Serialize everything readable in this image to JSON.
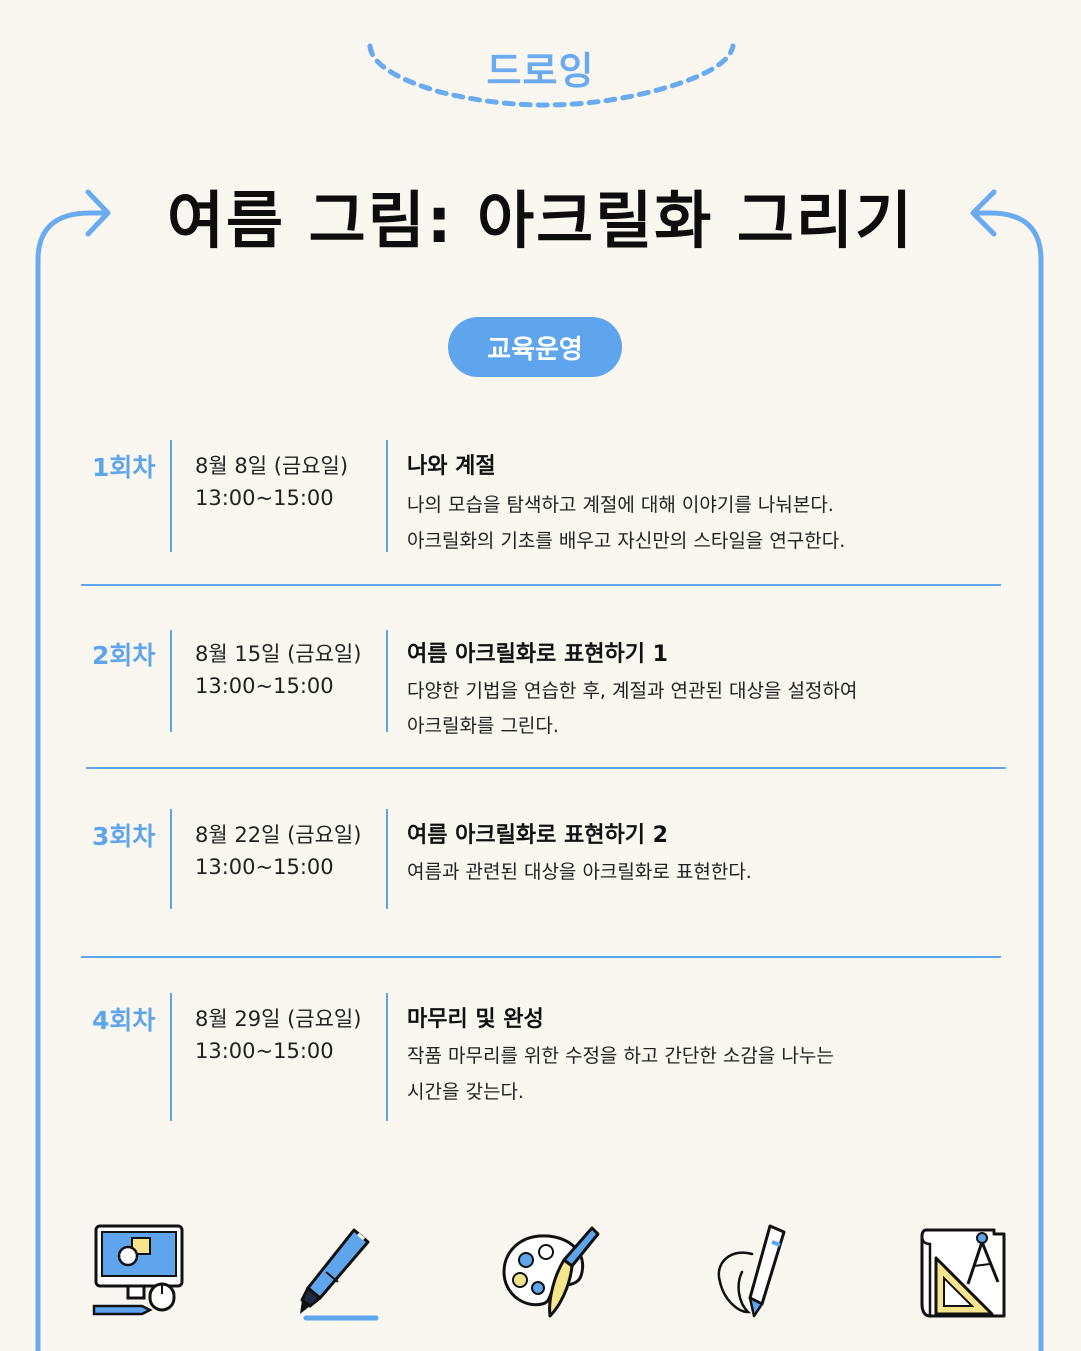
{
  "header": {
    "category": "드로잉",
    "title": "여름 그림: 아크릴화 그리기"
  },
  "section_badge": "교육운영",
  "sessions": [
    {
      "label": "1회차",
      "date": "8월 8일 (금요일)",
      "time": "13:00~15:00",
      "topic": "나와 계절",
      "lines": [
        "나의 모습을 탐색하고 계절에 대해 이야기를 나눠본다.",
        "아크릴화의 기초를 배우고 자신만의 스타일을 연구한다."
      ]
    },
    {
      "label": "2회차",
      "date": "8월 15일 (금요일)",
      "time": "13:00~15:00",
      "topic": "여름 아크릴화로 표현하기 1",
      "lines": [
        "다양한 기법을 연습한 후, 계절과 연관된 대상을 설정하여",
        "아크릴화를 그린다."
      ]
    },
    {
      "label": "3회차",
      "date": "8월 22일 (금요일)",
      "time": "13:00~15:00",
      "topic": "여름 아크릴화로 표현하기 2",
      "lines": [
        "여름과 관련된 대상을 아크릴화로 표현한다."
      ]
    },
    {
      "label": "4회차",
      "date": "8월 29일 (금요일)",
      "time": "13:00~15:00",
      "topic": "마무리 및 완성",
      "lines": [
        "작품 마무리를 위한 수정을 하고 간단한 소감을 나누는",
        "시간을 갖는다."
      ]
    }
  ],
  "icons": [
    "computer-design-icon",
    "pen-icon",
    "paint-palette-icon",
    "stylus-icon",
    "drafting-tools-icon"
  ],
  "colors": {
    "accent": "#5ea5ee",
    "accent_light": "#6aaaf0",
    "background": "#faf7f0",
    "text": "#111111"
  }
}
